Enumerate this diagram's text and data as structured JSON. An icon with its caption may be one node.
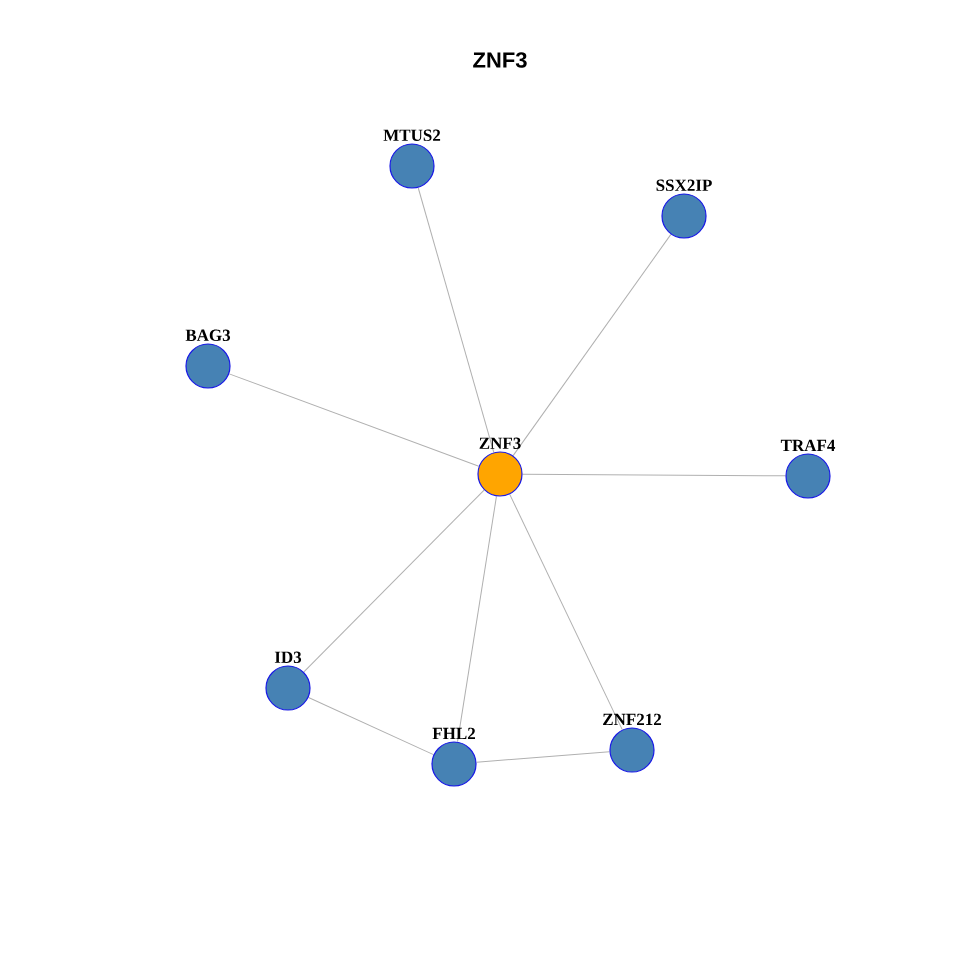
{
  "diagram": {
    "title": "ZNF3",
    "nodes": [
      {
        "text": [
          "MTUS2"
        ]
      },
      {
        "text": [
          "SSX2IP"
        ]
      },
      {
        "text": [
          "BAG3"
        ]
      },
      {
        "text": [
          "ZNF3"
        ]
      },
      {
        "text": [
          "TRAF4"
        ]
      },
      {
        "text": [
          "ID3"
        ]
      },
      {
        "text": [
          "FHL2"
        ]
      },
      {
        "text": [
          "ZNF212"
        ]
      }
    ],
    "edges": [
      {
        "from": 3,
        "to": 0,
        "arrow": "none"
      },
      {
        "from": 3,
        "to": 1,
        "arrow": "none"
      },
      {
        "from": 3,
        "to": 2,
        "arrow": "none"
      },
      {
        "from": 3,
        "to": 4,
        "arrow": "none"
      },
      {
        "from": 3,
        "to": 5,
        "arrow": "none"
      },
      {
        "from": 3,
        "to": 6,
        "arrow": "none"
      },
      {
        "from": 3,
        "to": 7,
        "arrow": "none"
      },
      {
        "from": 5,
        "to": 6,
        "arrow": "none"
      },
      {
        "from": 6,
        "to": 7,
        "arrow": "none"
      }
    ]
  }
}
